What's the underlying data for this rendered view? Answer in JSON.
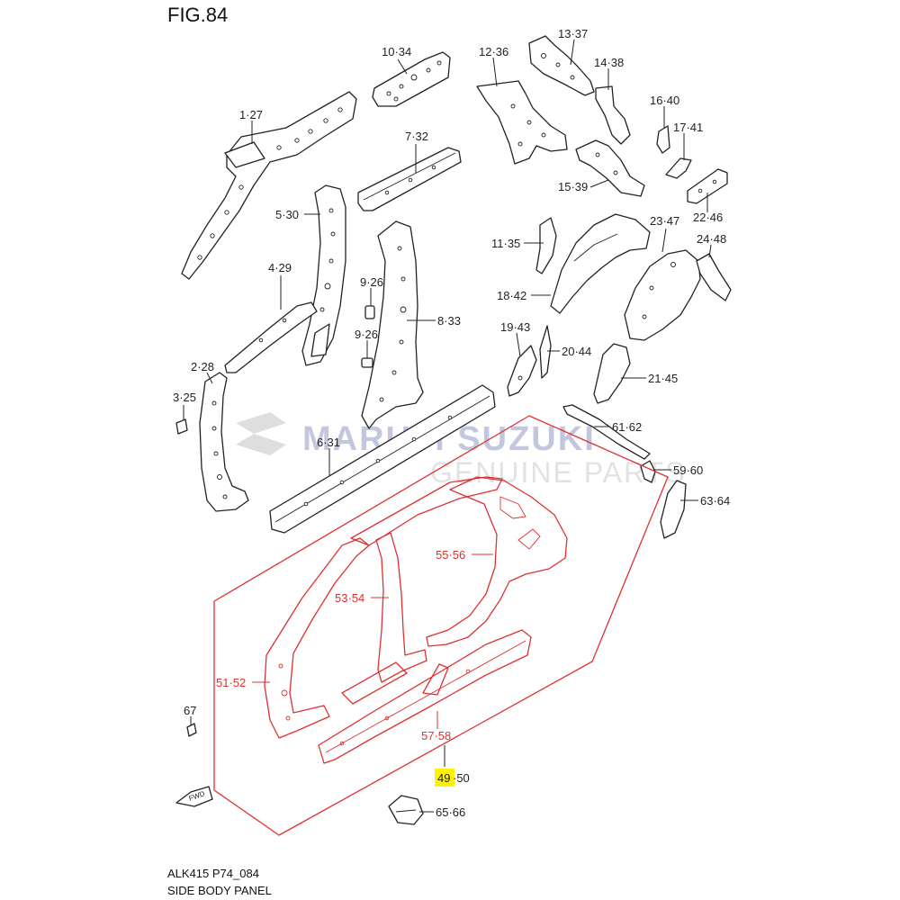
{
  "figure": {
    "title": "FIG.84",
    "code": "ALK415 P74_084",
    "name": "SIDE BODY PANEL"
  },
  "watermark": {
    "brand": "MARUTI SUZUKI",
    "tagline": "GENUINE PARTS",
    "logo_icon": "suzuki-s-logo-icon"
  },
  "callouts": {
    "c1_27": "1·27",
    "c2_28": "2·28",
    "c3_25": "3·25",
    "c4_29": "4·29",
    "c5_30": "5·30",
    "c6_31": "6·31",
    "c7_32": "7·32",
    "c8_33": "8·33",
    "c9_26_a": "9·26",
    "c9_26_b": "9·26",
    "c10_34": "10·34",
    "c11_35": "11·35",
    "c12_36": "12·36",
    "c13_37": "13·37",
    "c14_38": "14·38",
    "c15_39": "15·39",
    "c16_40": "16·40",
    "c17_41": "17·41",
    "c18_42": "18·42",
    "c19_43": "19·43",
    "c20_44": "20·44",
    "c21_45": "21·45",
    "c22_46": "22·46",
    "c23_47": "23·47",
    "c24_48": "24·48",
    "c51_52": "51·52",
    "c53_54": "53·54",
    "c55_56": "55·56",
    "c57_58": "57·58",
    "c49": "49",
    "c50": "·50",
    "c59_60": "59·60",
    "c61_62": "61·62",
    "c63_64": "63·64",
    "c65_66": "65·66",
    "c67": "67"
  },
  "fwd": {
    "label": "FWD",
    "icon": "forward-arrow-icon"
  },
  "colors": {
    "line": "#222222",
    "highlight_outline": "#e03030",
    "highlight_fill": "#fff200"
  }
}
